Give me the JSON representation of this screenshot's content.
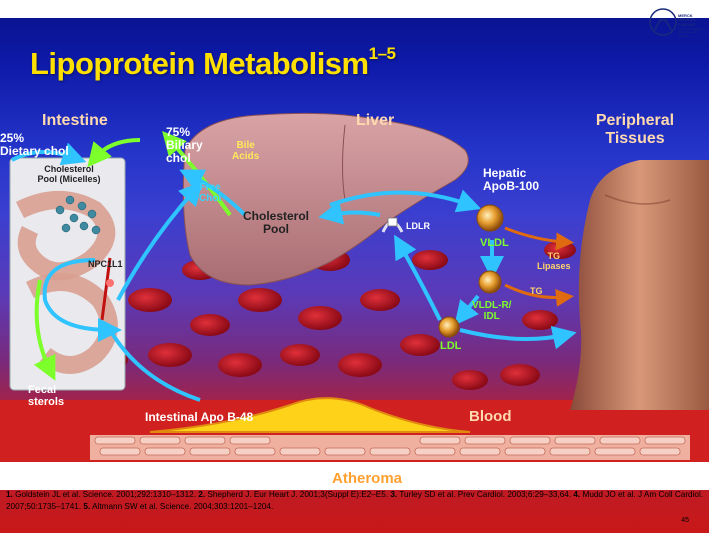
{
  "slide": {
    "title": "Lipoprotein Metabolism",
    "title_sup": "1–5",
    "logo_text": "MERCK MEDICAL FORUMS",
    "logo_subtext": "Improving Medical Education and Practice",
    "page_number": "45"
  },
  "regions": {
    "intestine": "Intestine",
    "liver": "Liver",
    "peripheral_line1": "Peripheral",
    "peripheral_line2": "Tissues",
    "blood": "Blood",
    "atheroma": "Atheroma"
  },
  "labels": {
    "dietary_pct": "25%",
    "dietary_chol": "Dietary chol",
    "biliary_pct": "75%",
    "biliary_line1": "Biliary",
    "biliary_line2": "chol",
    "chol_pool_micelles_line1": "Cholesterol",
    "chol_pool_micelles_line2": "Pool (Micelles)",
    "npc1l1": "NPC1L1",
    "fecal_line1": "Fecal",
    "fecal_line2": "sterols",
    "bile_line1": "Bile",
    "bile_line2": "Acids",
    "free_line1": "Free",
    "free_line2": "Chol",
    "liver_pool_line1": "Cholesterol",
    "liver_pool_line2": "Pool",
    "ldlr": "LDLR",
    "hepatic_line1": "Hepatic",
    "hepatic_line2": "ApoB-100",
    "vldl": "VLDL",
    "tg1": "TG",
    "lipases": "Lipases",
    "tg2": "TG",
    "vldlr_line1": "VLDL-R/",
    "vldlr_line2": "IDL",
    "ldl": "LDL",
    "apo_b48": "Intestinal Apo B-48"
  },
  "colors": {
    "title": "#ffe000",
    "arrow_blue": "#2fc3ff",
    "arrow_green": "#7cff2a",
    "arrow_orange": "#e06a10",
    "liver": "#c98e8e",
    "atheroma": "#ffd21a"
  },
  "references": [
    {
      "num": "1.",
      "text": "Goldstein JL et al. Science. 2001;292:1310–1312."
    },
    {
      "num": "2.",
      "text": "Shepherd J. Eur Heart J. 2001;3(Suppl E):E2–E5."
    },
    {
      "num": "3.",
      "text": "Turley SD et al. Prev Cardiol. 2003;6:29–33,64."
    },
    {
      "num": "4.",
      "text": "Mudd JO et al. J Am Coll Cardiol. 2007;50:1735–1741."
    },
    {
      "num": "5.",
      "text": "Altmann SW et al. Science. 2004;303:1201–1204."
    }
  ]
}
